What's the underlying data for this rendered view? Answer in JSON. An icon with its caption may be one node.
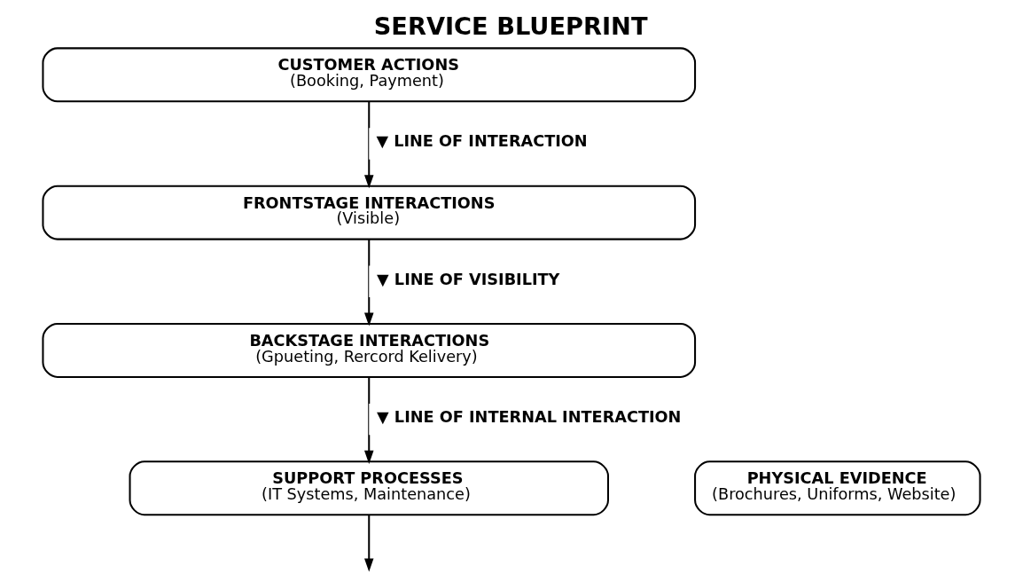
{
  "diagram": {
    "title": "SERVICE BLUEPRINT",
    "nodes": [
      {
        "text": [
          "CUSTOMER ACTIONS",
          "(Booking, Payment)"
        ]
      },
      {
        "text": [
          "FRONTSTAGE INTERACTIONS",
          "(Visible)"
        ]
      },
      {
        "text": [
          "BACKSTAGE INTERACTIONS",
          "(Gpueting, Rercord Kelivery)"
        ]
      },
      {
        "text": [
          "SUPPORT PROCESSES",
          "(IT Systems, Maintenance)"
        ]
      },
      {
        "text": [
          "PHYSICAL EVIDENCE",
          "(Brochures, Uniforms, Website)"
        ]
      }
    ],
    "edges": [
      {
        "from": 0,
        "to": 1,
        "arrow": "to",
        "label": "▼ LINE OF INTERACTION"
      },
      {
        "from": 1,
        "to": 2,
        "arrow": "to",
        "label": "▼ LINE OF VISIBILITY"
      },
      {
        "from": 2,
        "to": 3,
        "arrow": "to",
        "label": "▼ LINE OF INTERNAL INTERACTION"
      },
      {
        "from": 3,
        "to": null,
        "arrow": "to"
      }
    ]
  }
}
